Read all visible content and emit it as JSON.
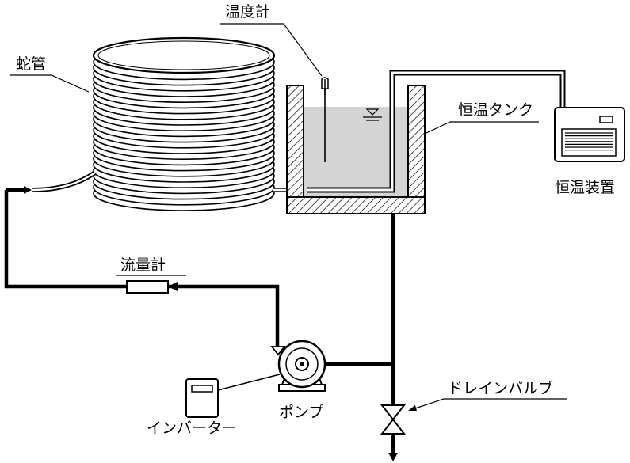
{
  "labels": {
    "coil": "蛇管",
    "thermometer": "温度計",
    "tank": "恒温タンク",
    "thermostat": "恒温装置",
    "flowmeter": "流量計",
    "pump": "ポンプ",
    "inverter": "インバーター",
    "drain_valve": "ドレインバルブ"
  },
  "colors": {
    "line": "#000000",
    "water": "#d4d4d4",
    "background": "#ffffff"
  }
}
